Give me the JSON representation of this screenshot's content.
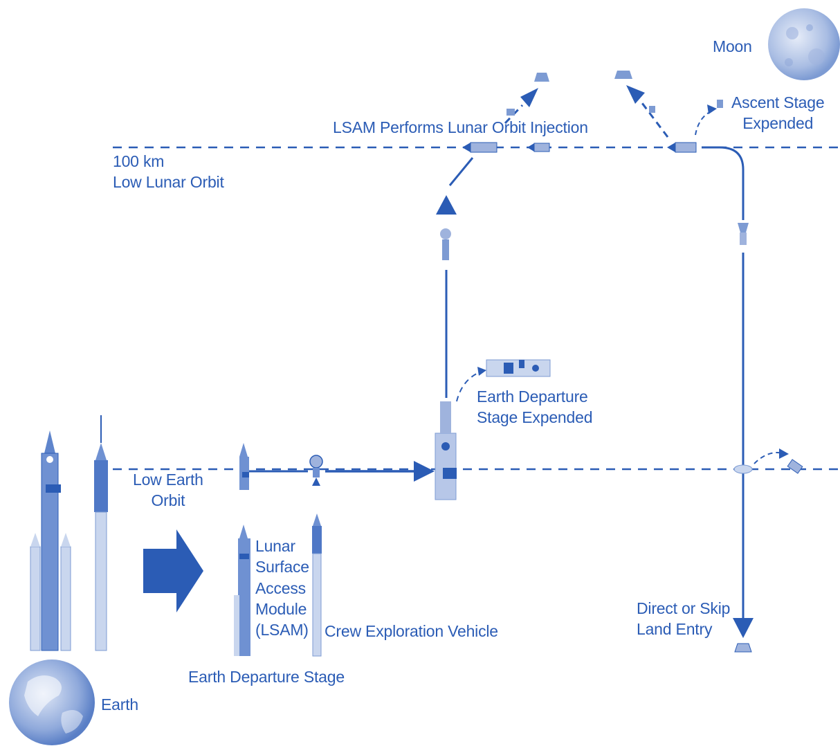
{
  "labels": {
    "moon": "Moon",
    "ascent_stage": [
      "Ascent Stage",
      "Expended"
    ],
    "lunar_orbit_injection": "LSAM Performs Lunar Orbit Injection",
    "low_lunar_orbit": [
      "100 km",
      "Low Lunar Orbit"
    ],
    "eds_expended": [
      "Earth Departure",
      "Stage Expended"
    ],
    "low_earth_orbit": [
      "Low Earth",
      "Orbit"
    ],
    "lsam": [
      "Lunar",
      "Surface",
      "Access",
      "Module",
      "(LSAM)"
    ],
    "cev": "Crew Exploration Vehicle",
    "eds": "Earth Departure Stage",
    "entry": [
      "Direct or Skip",
      "Land Entry"
    ],
    "earth": "Earth"
  },
  "colors": {
    "primary": "#2b5cb5",
    "light": "#c9d6ee",
    "planet": "#7d9bd3"
  },
  "icons": [
    "moon-icon",
    "earth-icon",
    "heavy-lift-rocket-icon",
    "crew-launch-rocket-icon",
    "lsam-icon",
    "cev-icon",
    "right-arrow-icon",
    "capsule-icon"
  ]
}
